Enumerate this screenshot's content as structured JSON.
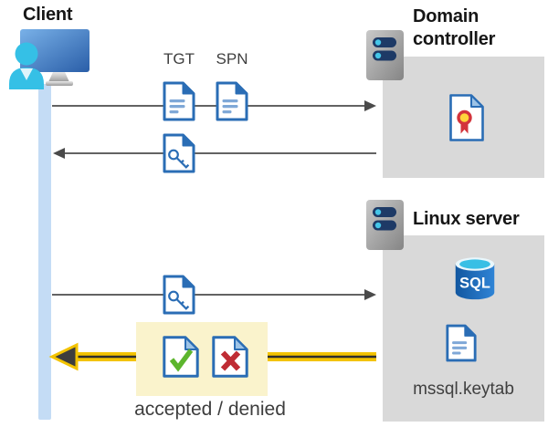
{
  "client": {
    "label": "Client"
  },
  "domain_controller": {
    "label": "Domain controller"
  },
  "linux_server": {
    "label": "Linux server",
    "sql_label": "SQL",
    "keytab_label": "mssql.keytab"
  },
  "messages": {
    "tgt_label": "TGT",
    "spn_label": "SPN",
    "result_caption": "accepted / denied"
  },
  "icons": {
    "client": "client-workstation-icon",
    "domain_controller": "server-icon",
    "linux_server": "server-icon",
    "tgt": "document-icon",
    "spn": "document-icon",
    "ticket_to_client": "key-document-icon",
    "ticket_to_server": "key-document-icon",
    "certificate": "certificate-icon",
    "database": "sql-database-icon",
    "keytab": "document-icon",
    "accepted": "check-document-icon",
    "denied": "cross-document-icon"
  },
  "colors": {
    "doc_blue": "#2a6db5",
    "doc_line_blue": "#7fa8d7",
    "client_bar_blue": "#c4dcf5",
    "box_gray": "#d9d9d9",
    "highlight_yellow": "#faf3cc",
    "arrow_gray": "#636363",
    "arrow_yellow": "#f3c300",
    "check_green": "#5cb52d",
    "cross_red": "#bf2c34",
    "server_pill_navy": "#1e3a66",
    "server_dot_cyan": "#45c6e8",
    "person_cyan": "#35c0e6"
  }
}
